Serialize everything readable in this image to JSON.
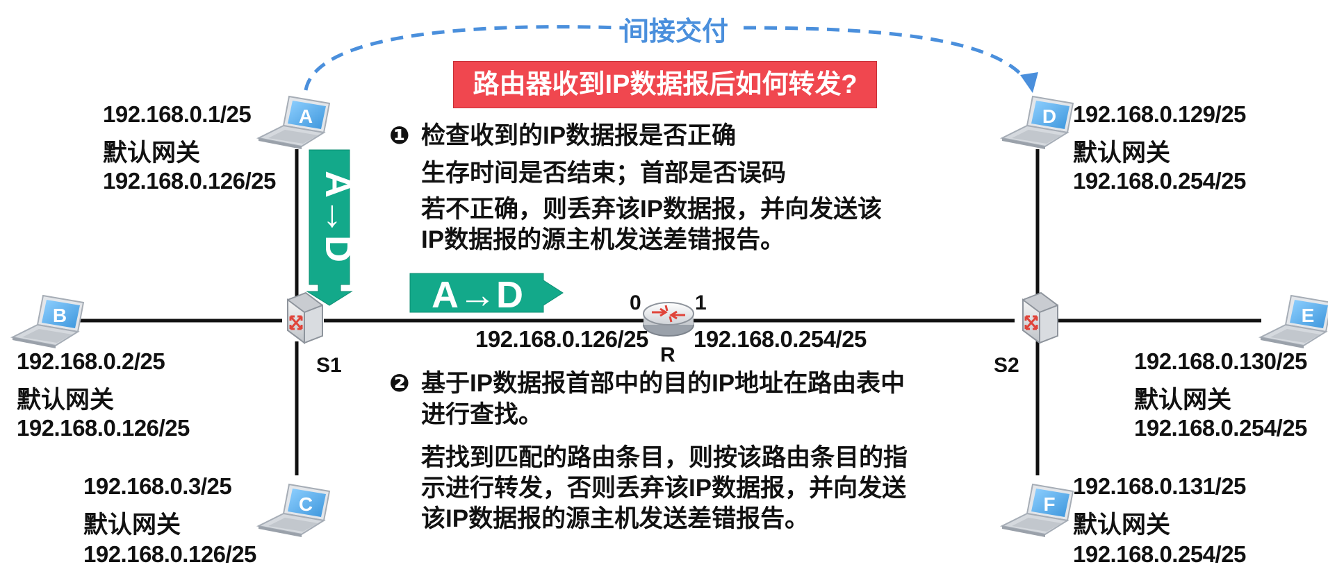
{
  "title": "路由器收到IP数据报后如何转发?",
  "indirect_delivery_label": "间接交付",
  "flow_label": "A→D",
  "step1": {
    "bullet": "❶",
    "heading": "检查收到的IP数据报是否正确",
    "line1": "生存时间是否结束；首部是否误码",
    "line2": "若不正确，则丢弃该IP数据报，并向发送该",
    "line3": "IP数据报的源主机发送差错报告。"
  },
  "step2": {
    "bullet": "❷",
    "heading": "基于IP数据报首部中的目的IP地址在路由表中",
    "heading_cont": "进行查找。",
    "line1": "若找到匹配的路由条目，则按该路由条目的指",
    "line2": "示进行转发，否则丢弃该IP数据报，并向发送",
    "line3": "该IP数据报的源主机发送差错报告。"
  },
  "hosts": {
    "A": {
      "label": "A",
      "ip": "192.168.0.1/25",
      "gw_label": "默认网关",
      "gw": "192.168.0.126/25"
    },
    "B": {
      "label": "B",
      "ip": "192.168.0.2/25",
      "gw_label": "默认网关",
      "gw": "192.168.0.126/25"
    },
    "C": {
      "label": "C",
      "ip": "192.168.0.3/25",
      "gw_label": "默认网关",
      "gw": "192.168.0.126/25"
    },
    "D": {
      "label": "D",
      "ip": "192.168.0.129/25",
      "gw_label": "默认网关",
      "gw": "192.168.0.254/25"
    },
    "E": {
      "label": "E",
      "ip": "192.168.0.130/25",
      "gw_label": "默认网关",
      "gw": "192.168.0.254/25"
    },
    "F": {
      "label": "F",
      "ip": "192.168.0.131/25",
      "gw_label": "默认网关",
      "gw": "192.168.0.254/25"
    }
  },
  "switches": {
    "s1": "S1",
    "s2": "S2"
  },
  "router": {
    "label": "R",
    "port0": "0",
    "port1": "1",
    "port0_ip": "192.168.0.126/25",
    "port1_ip": "192.168.0.254/25"
  },
  "colors": {
    "title_bg": "#f0474f",
    "indirect_arrow": "#4a8fdc",
    "flow_arrow": "#13a98a",
    "laptop_screen": "#4da6e8",
    "switch_arrows": "#e0443a",
    "router_arrows": "#e0443a"
  }
}
